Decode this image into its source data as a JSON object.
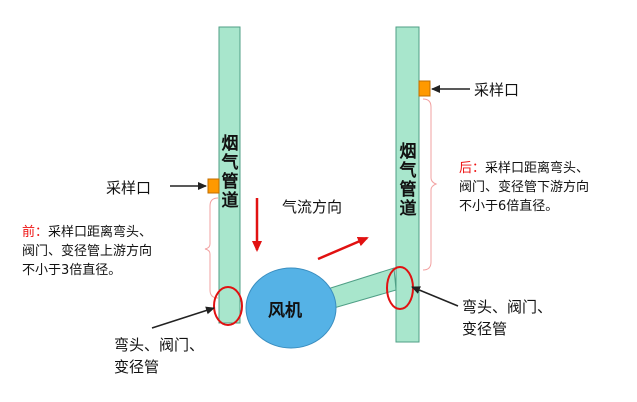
{
  "colors": {
    "duct_fill": "#a8e6cc",
    "duct_stroke": "#4f9f86",
    "fan_fill": "#55b2e6",
    "port_fill": "#ff9900",
    "red": "#e11111",
    "bracket": "#f2a0a0"
  },
  "left_duct": {
    "label": "烟气管道"
  },
  "right_duct": {
    "label": "烟气管道"
  },
  "fan": {
    "label": "风机"
  },
  "airflow": {
    "label": "气流方向"
  },
  "left_sampling": {
    "label": "采样口"
  },
  "right_sampling": {
    "label": "采样口"
  },
  "front_note": {
    "prefix": "前：",
    "lines": [
      "采样口距离弯头、",
      "阀门、变径管上游方向",
      "不小于3倍直径。"
    ]
  },
  "rear_note": {
    "prefix": "后：",
    "lines": [
      "采样口距离弯头、",
      "阀门、变径管下游方向",
      "不小于6倍直径。"
    ]
  },
  "left_elbow": {
    "lines": [
      "弯头、阀门、",
      "变径管"
    ]
  },
  "right_elbow": {
    "lines": [
      "弯头、阀门、",
      "变径管"
    ]
  }
}
